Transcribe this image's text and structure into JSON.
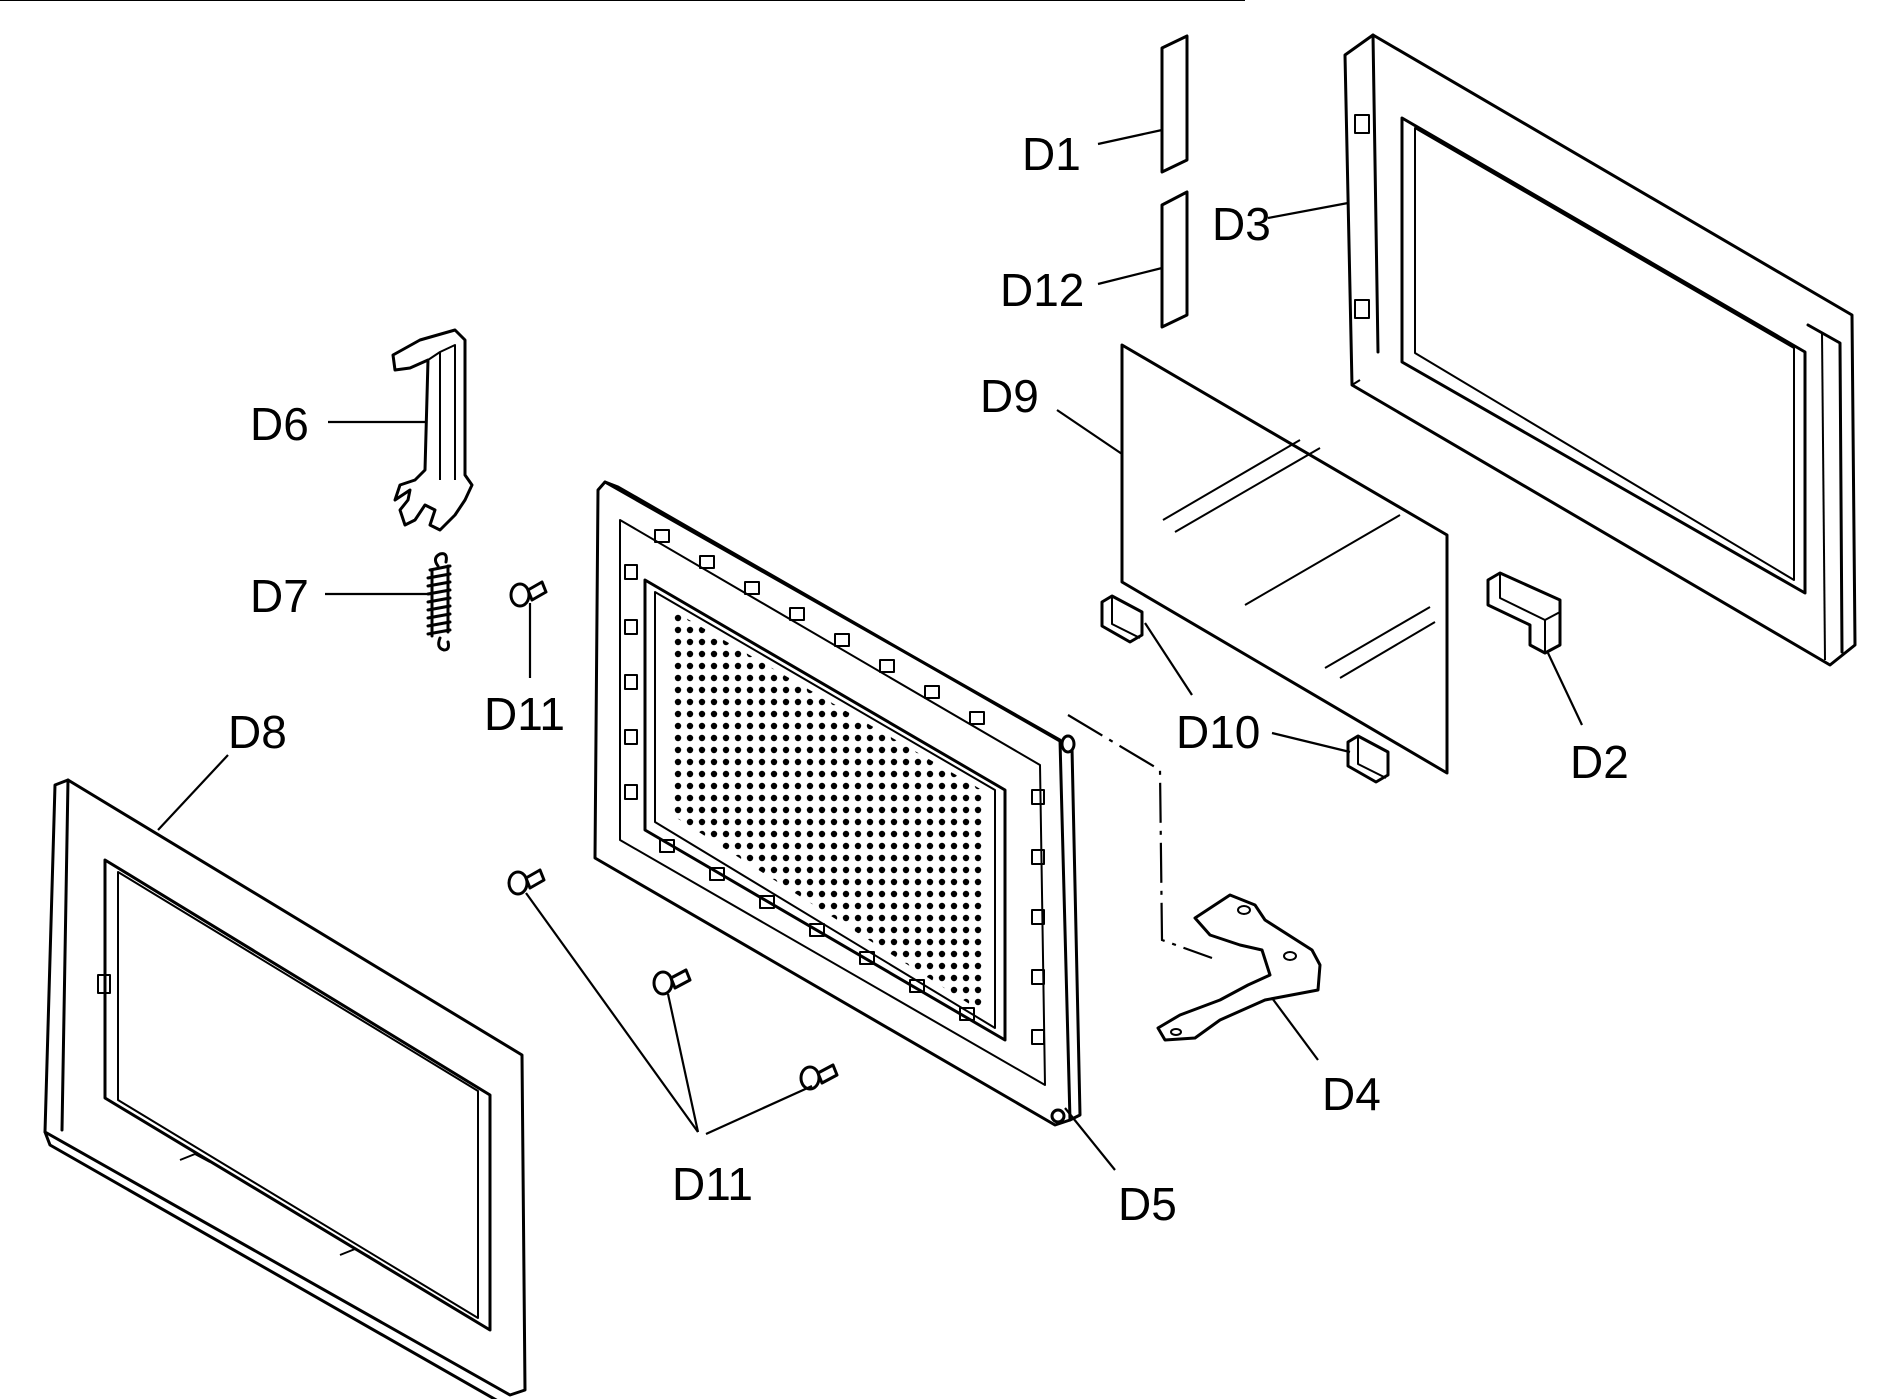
{
  "labels": {
    "d1": "D1",
    "d12": "D12",
    "d3": "D3",
    "d6": "D6",
    "d9": "D9",
    "d7": "D7",
    "d11_upper": "D11",
    "d8": "D8",
    "d10": "D10",
    "d2": "D2",
    "d4": "D4",
    "d11_lower": "D11",
    "d5": "D5"
  }
}
